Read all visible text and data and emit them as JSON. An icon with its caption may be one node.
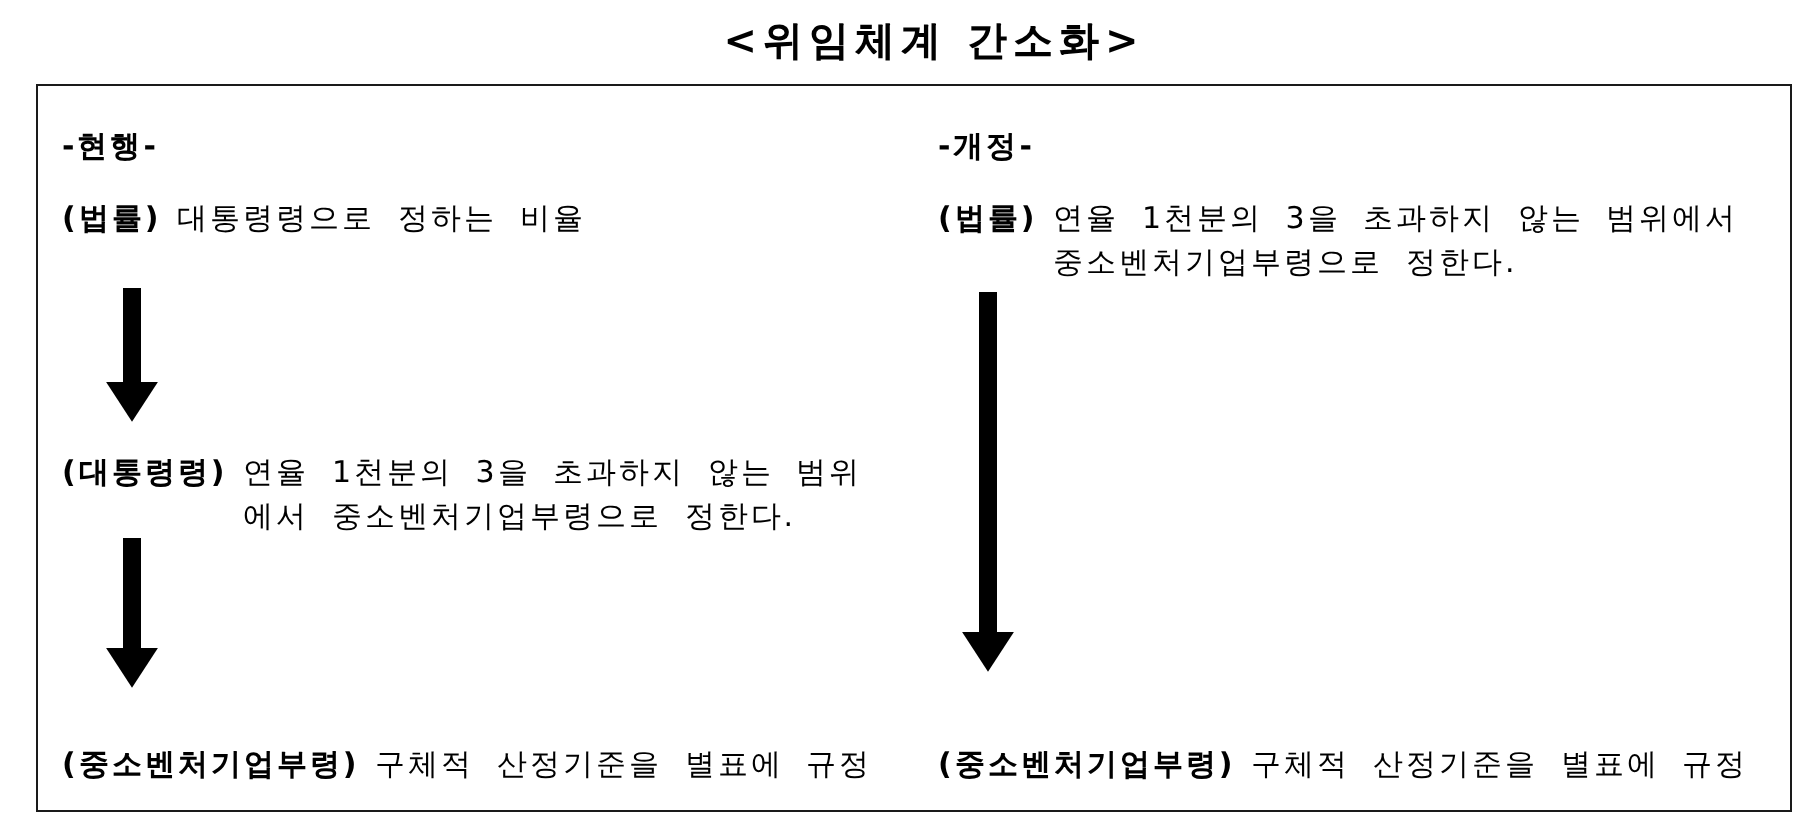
{
  "diagram": {
    "title": "<위임체계 간소화>",
    "nodes": [
      {
        "text": [],
        "shape": "box"
      },
      {
        "text": [
          "(법률)",
          "대통령령으로 정하는 비율"
        ],
        "in": 0
      },
      {
        "text": [
          "(대통령령)",
          "연율 1천분의 3을 초과하지 않는 범위에서 중소벤처기업부령으로 정한다."
        ],
        "in": 0
      },
      {
        "text": [
          "(중소벤처기업부령)",
          "구체적 산정기준을 별표에 규정"
        ],
        "in": 0
      },
      {
        "text": [
          "(법률)",
          "연율 1천분의 3을 초과하지 않는 범위에서 중소벤처기업부령으로 정한다."
        ],
        "in": 0
      },
      {
        "text": [
          "(중소벤처기업부령)",
          "구체적 산정기준을 별표에 규정"
        ],
        "in": 0
      }
    ],
    "edges": [
      {
        "from": 1,
        "to": 2,
        "arrow": "to"
      },
      {
        "from": 2,
        "to": 3,
        "arrow": "to"
      },
      {
        "from": 4,
        "to": 5,
        "arrow": "to"
      }
    ],
    "labels": [
      "-현행-",
      "-개정-"
    ]
  }
}
